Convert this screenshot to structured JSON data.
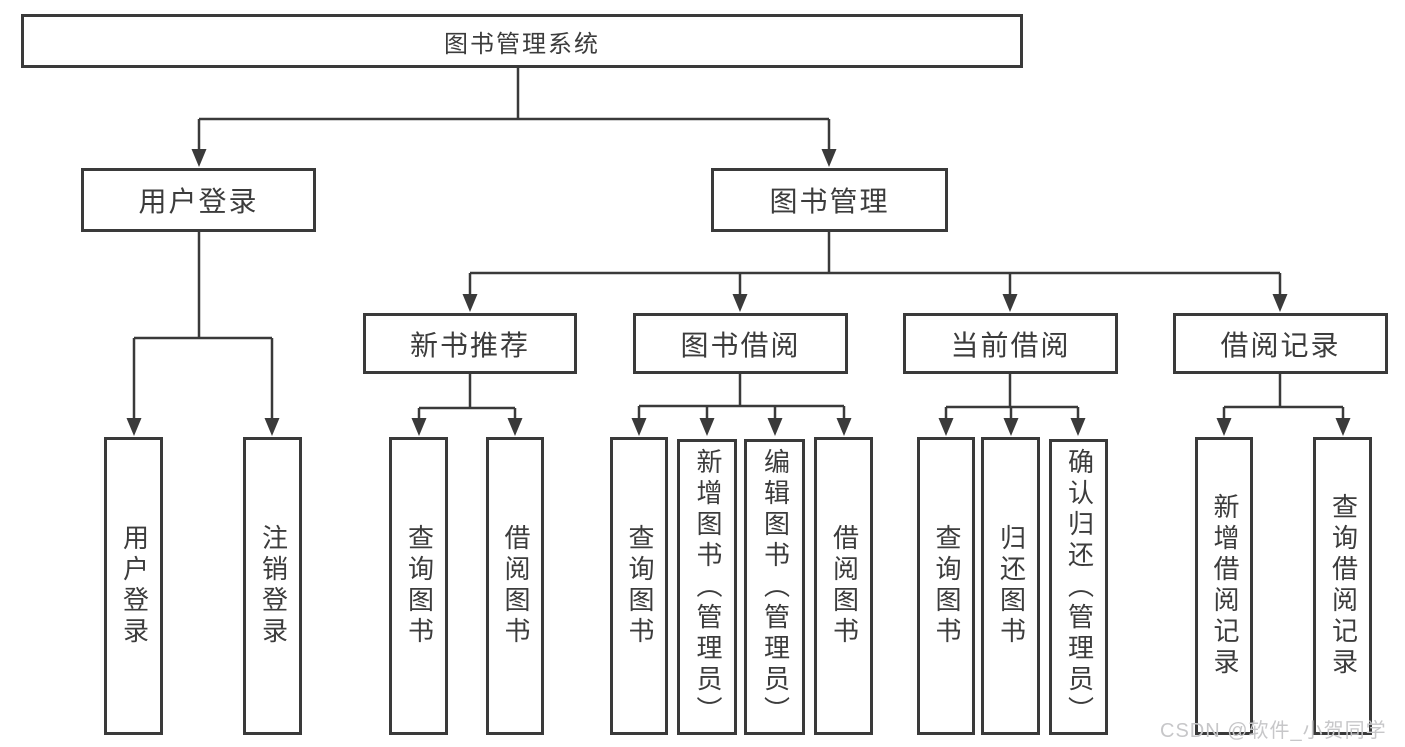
{
  "diagram_type": "hierarchy-tree",
  "root": {
    "label": "图书管理系统"
  },
  "level2": [
    {
      "label": "用户登录",
      "children": [
        {
          "label": "用户登录"
        },
        {
          "label": "注销登录"
        }
      ]
    },
    {
      "label": "图书管理"
    }
  ],
  "level3": [
    {
      "label": "新书推荐",
      "children": [
        {
          "label": "查询图书"
        },
        {
          "label": "借阅图书"
        }
      ]
    },
    {
      "label": "图书借阅",
      "children": [
        {
          "label": "查询图书"
        },
        {
          "label": "新增图书（管理员）"
        },
        {
          "label": "编辑图书（管理员）"
        },
        {
          "label": "借阅图书"
        }
      ]
    },
    {
      "label": "当前借阅",
      "children": [
        {
          "label": "查询图书"
        },
        {
          "label": "归还图书"
        },
        {
          "label": "确认归还（管理员）"
        }
      ]
    },
    {
      "label": "借阅记录",
      "children": [
        {
          "label": "新增借阅记录"
        },
        {
          "label": "查询借阅记录"
        }
      ]
    }
  ],
  "watermark": {
    "text": "CSDN @软件_小贺同学"
  },
  "colors": {
    "line": "#3a3a3a",
    "text": "#3c3c3c",
    "bg": "#ffffff",
    "watermark": "#c7c7c9"
  }
}
